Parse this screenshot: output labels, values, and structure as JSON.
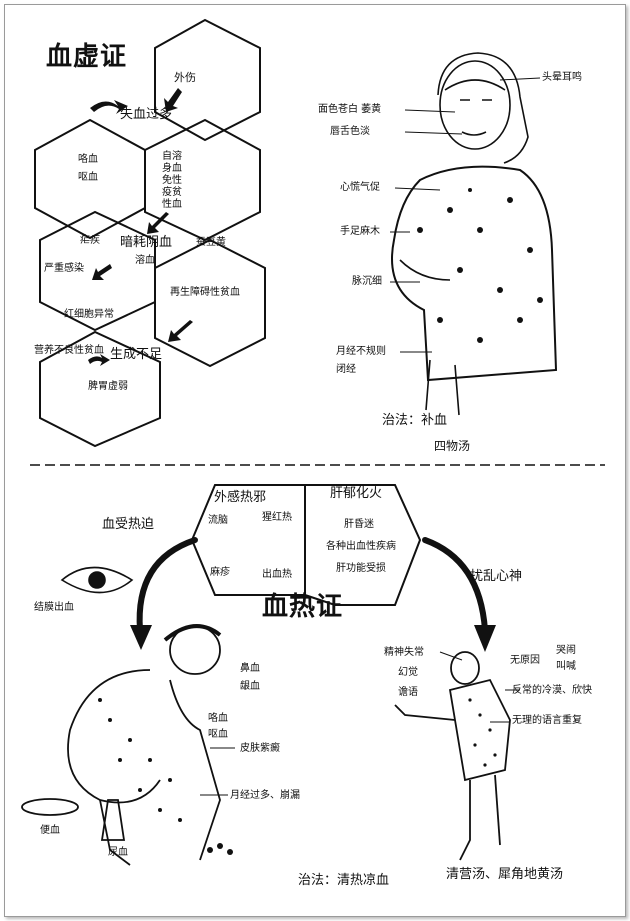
{
  "top": {
    "title": "血虚证",
    "hex_labels": {
      "trauma": "外伤",
      "blood_loss": "失血过多",
      "hematemesis": "咯血",
      "vomit_blood": "呕血",
      "hemolytic": [
        "自溶",
        "身血",
        "免性",
        "疫贫",
        "性血"
      ],
      "dark_consume": "暗耗阴血",
      "parasite": "疟疾",
      "favism": "蚕豆黄",
      "severe_infection": "严重感染",
      "hemolysis": "溶血",
      "rbc_abnormal": "红细胞异常",
      "aplastic": "再生障碍性贫血",
      "malnutrition": "营养不良性贫血",
      "insufficient": "生成不足",
      "spleen_weak": "脾胃虚弱"
    },
    "symptoms": {
      "dizzy": "头晕耳鸣",
      "pale": "面色苍白 萎黄",
      "tongue": "唇舌色淡",
      "palpitation": "心慌气促",
      "numb": "手足麻木",
      "pulse": "脉沉细",
      "menses_1": "月经不规则",
      "menses_2": "闭经"
    },
    "treatment_label": "治法：补血",
    "formula": "四物汤"
  },
  "bottom": {
    "title": "血热证",
    "external_heat": "外感热邪",
    "liver_fire": "肝郁化火",
    "external_items": {
      "meningitis": "流脑",
      "scarlet": "猩红热",
      "measles": "麻疹",
      "hemorrhagic_fever": "出血热"
    },
    "liver_items": {
      "coma": "肝昏迷",
      "bleeding": "各种出血性疾病",
      "liver_damage": "肝功能受损"
    },
    "blood_heat": "血受热迫",
    "conjunctiva": "结膜出血",
    "disturb_mind": "扰乱心神",
    "body_signs": {
      "nosebleed": "鼻血",
      "gum": "龈血",
      "hemoptysis": "咯血",
      "vomit": "呕血",
      "purpura": "皮肤紫癜",
      "menorrhagia": "月经过多、崩漏",
      "stool": "便血",
      "urine": "尿血"
    },
    "mind_signs": {
      "mental": "精神失常",
      "halluc": "幻觉",
      "delirium": "谵语",
      "no_reason": "无原因",
      "cry": "哭闹",
      "shout": "叫喊",
      "cold_happy": "反常的冷漠、欣快",
      "speech": "无理的语言重复"
    },
    "treatment_label": "治法：清热凉血",
    "formula": "清营汤、犀角地黄汤"
  }
}
